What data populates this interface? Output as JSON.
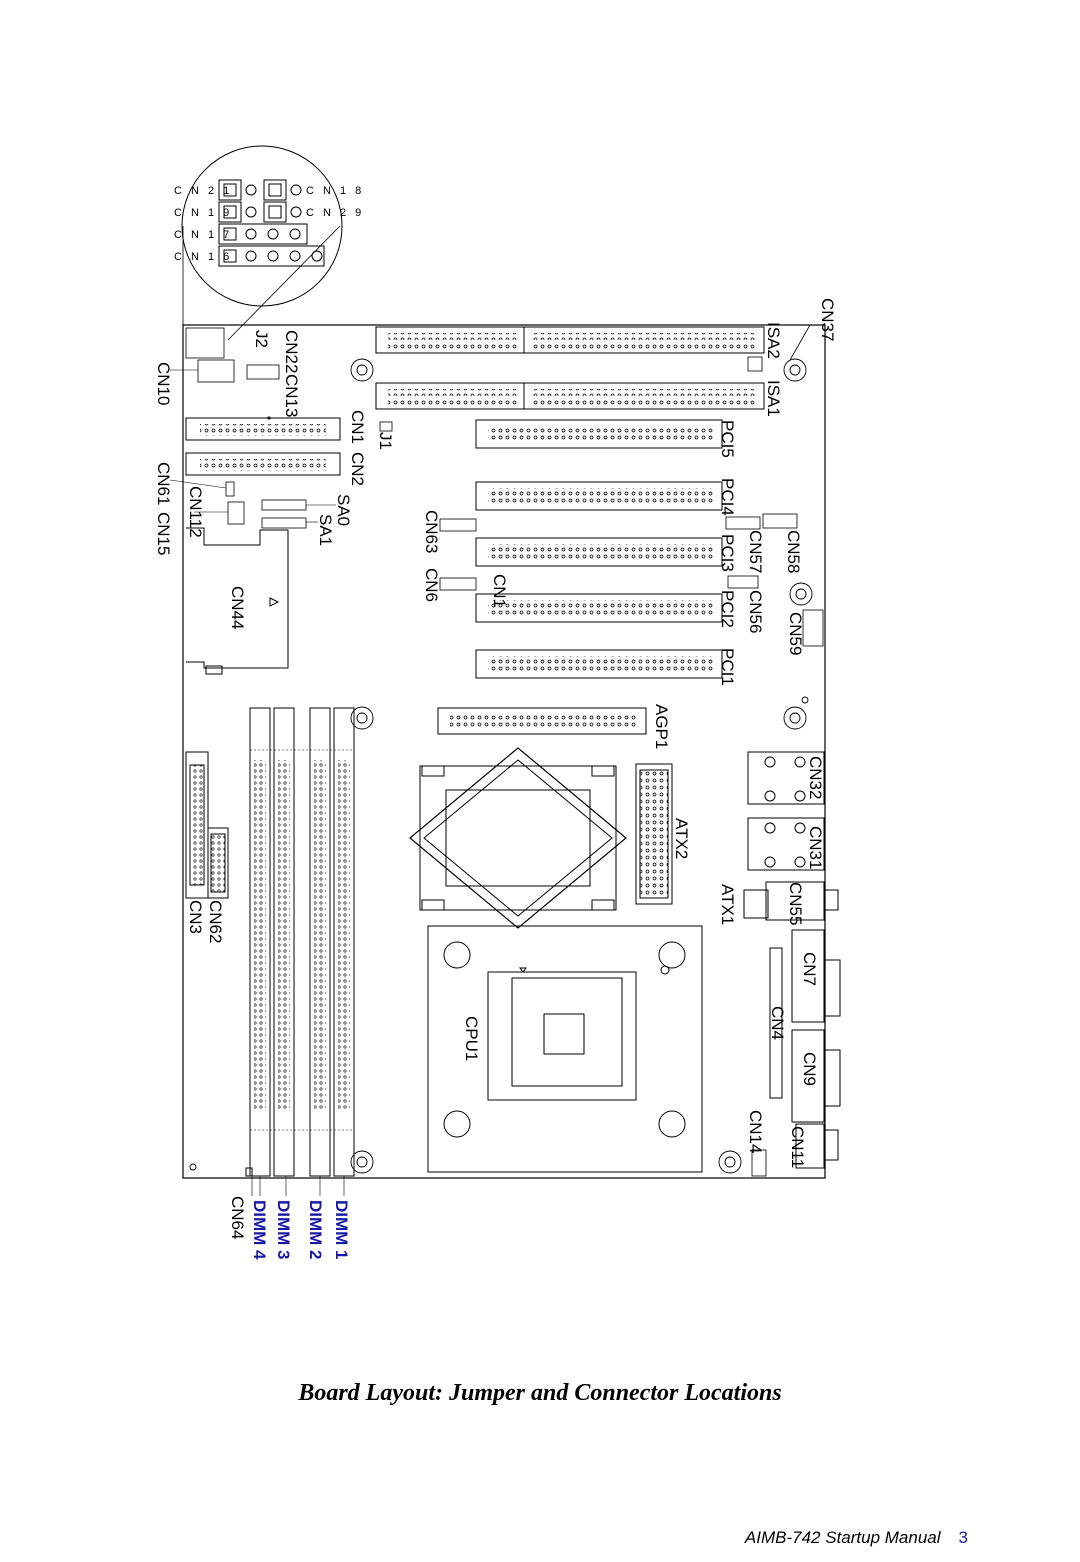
{
  "diagram": {
    "inset_labels": {
      "cn21": "C N 2 1",
      "cn18": "C N 1 8",
      "cn19": "C N 1 9",
      "cn29": "C N 2 9",
      "cn17": "C N 1 7",
      "cn16": "C N 1 6"
    },
    "labels": {
      "cn37": "CN37",
      "isa2": "ISA2",
      "isa1": "ISA1",
      "cn10": "CN10",
      "j2": "J2",
      "cn22": "CN22",
      "cn13": "CN13",
      "cn1": "CN1",
      "cn2": "CN2",
      "j1": "J1",
      "pci5": "PCI5",
      "pci4": "PCI4",
      "pci3": "PCI3",
      "pci2": "PCI2",
      "pci1": "PCI1",
      "cn61": "CN61",
      "cn15": "CN15",
      "cn112": "CN112",
      "sa0": "SA0",
      "sa1": "SA1",
      "cn63": "CN63",
      "cn6": "CN6",
      "cn1b": "CN1",
      "cn58": "CN58",
      "cn57": "CN57",
      "cn56": "CN56",
      "cn59": "CN59",
      "cn44": "CN44",
      "agp1": "AGP1",
      "cn32": "CN32",
      "cn31": "CN31",
      "atx2": "ATX2",
      "atx1": "ATX1",
      "cn55": "CN55",
      "cn62": "CN62",
      "cn3": "CN3",
      "cn7": "CN7",
      "cn4": "CN4",
      "cn9": "CN9",
      "cpu1": "CPU1",
      "cn14": "CN14",
      "cn11": "CN11",
      "cn64": "CN64",
      "dimm4": "DIMM 4",
      "dimm3": "DIMM 3",
      "dimm2": "DIMM 2",
      "dimm1": "DIMM 1"
    }
  },
  "caption": "Board Layout: Jumper and Connector Locations",
  "footer": {
    "manual": "AIMB-742  Startup Manual",
    "page": "3"
  }
}
